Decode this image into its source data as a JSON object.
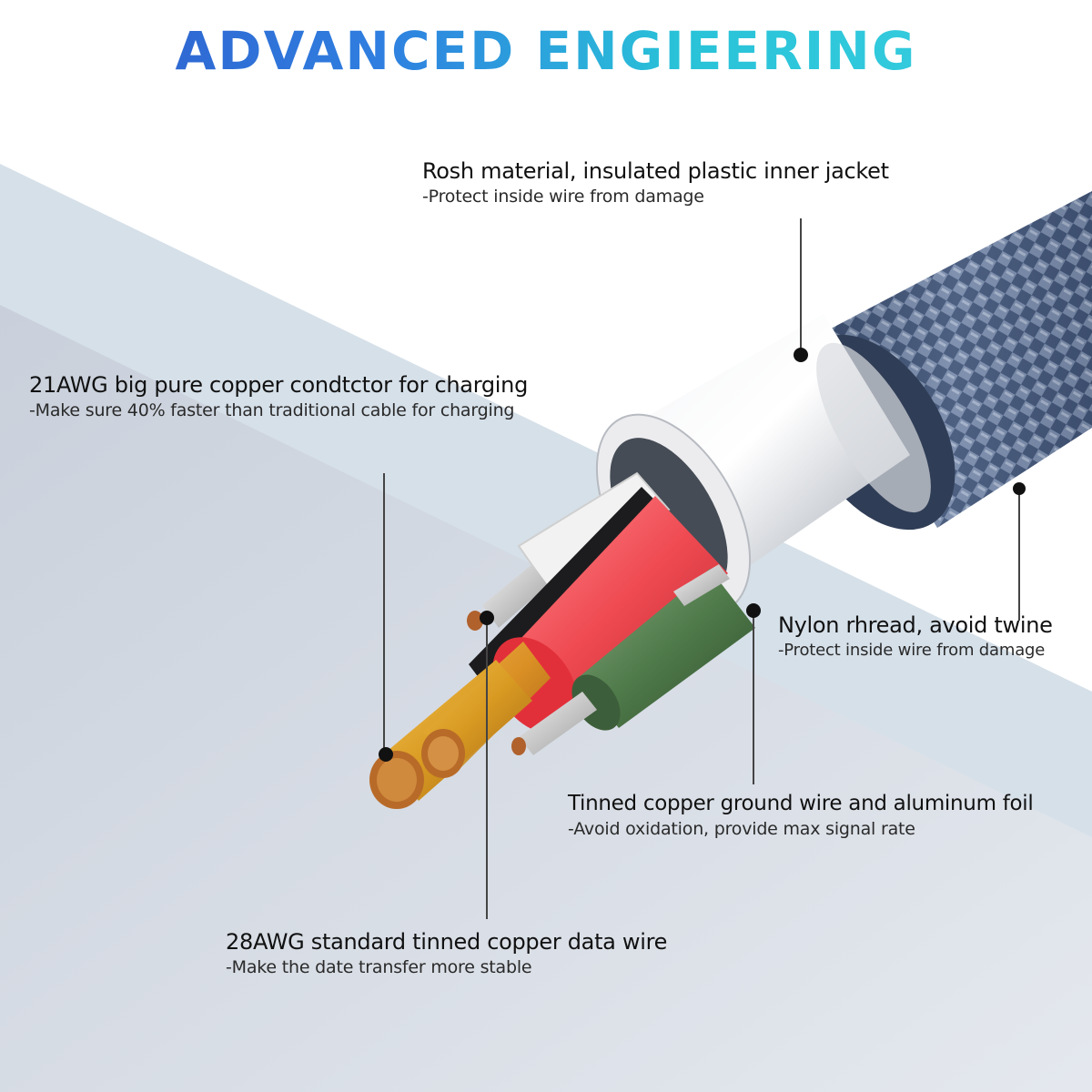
{
  "title": "ADVANCED ENGIEERING",
  "callouts": {
    "inner_jacket": {
      "heading": "Rosh material, insulated plastic inner jacket",
      "sub": "-Protect inside wire from damage"
    },
    "conductor": {
      "heading": "21AWG big pure copper condtctor for charging",
      "sub": "-Make sure 40% faster than traditional cable for charging"
    },
    "nylon": {
      "heading": "Nylon rhread, avoid twine",
      "sub": "-Protect inside wire from damage"
    },
    "ground_wire": {
      "heading": "Tinned copper ground wire and aluminum foil",
      "sub": "-Avoid oxidation, provide max signal rate"
    },
    "data_wire": {
      "heading": "28AWG standard tinned copper data wire",
      "sub": "-Make the date transfer more stable"
    }
  },
  "colors": {
    "title_start": "#2f56c8",
    "title_end": "#3ad0e0",
    "background_stripe": "#d7e1ea",
    "background_lower": "#c3cad6",
    "braid": "#42587a",
    "red_wire": "#e8434a",
    "green_wire": "#4d7a4a",
    "copper": "#c8892a"
  }
}
